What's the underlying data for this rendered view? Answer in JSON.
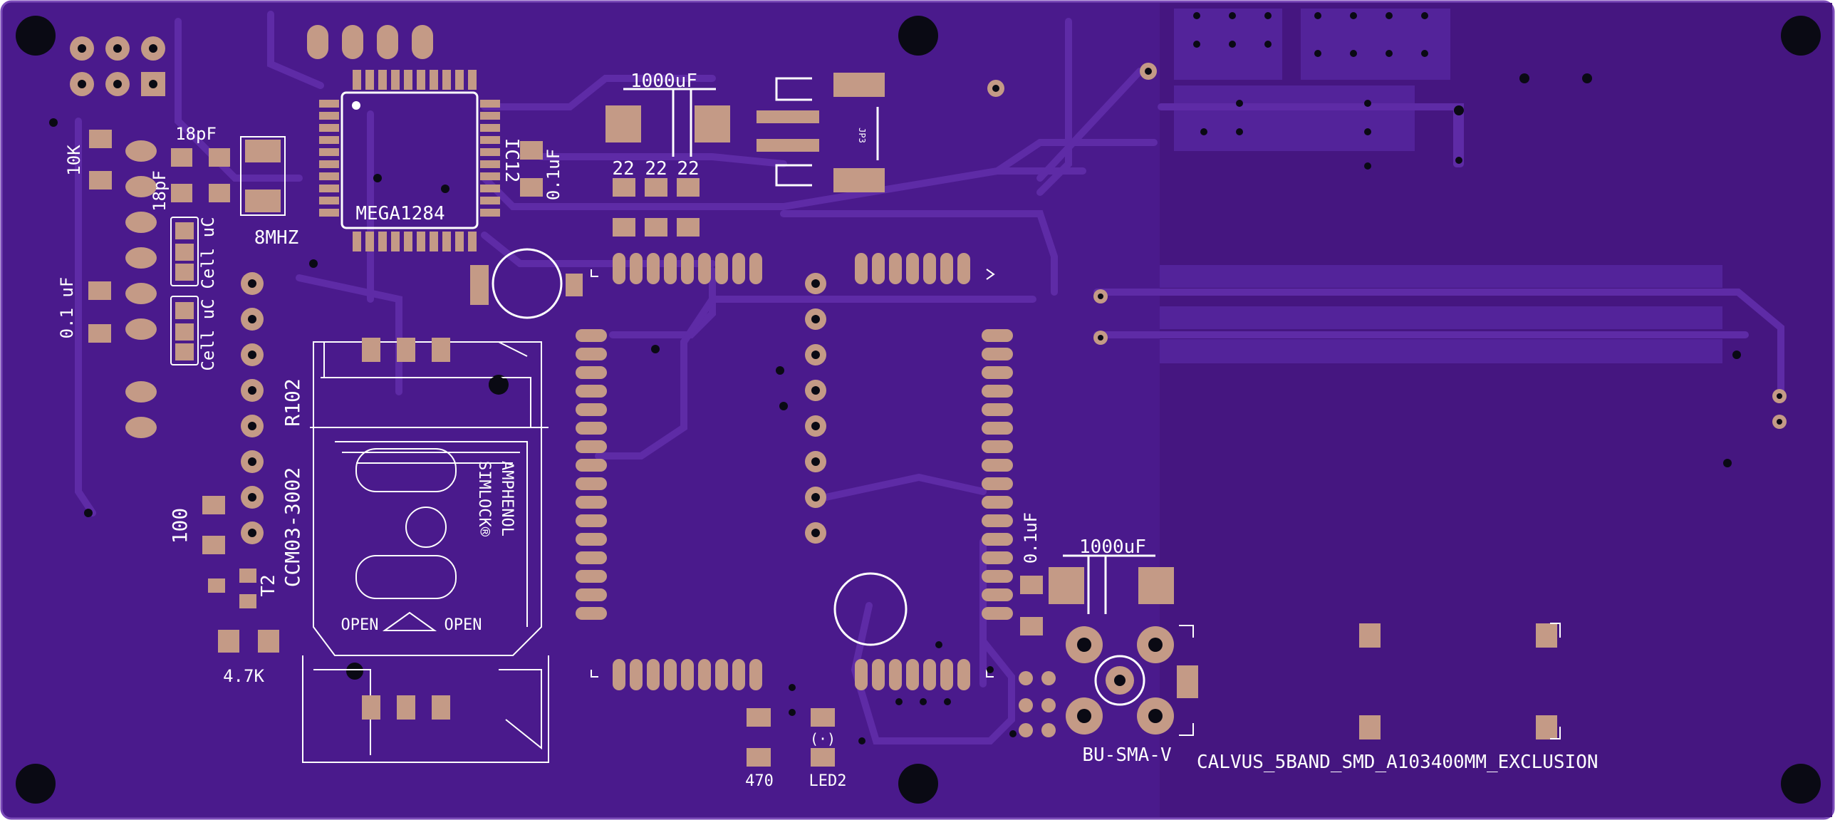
{
  "colors": {
    "board": "#4a1a8c",
    "copper_pour": "#3e1478",
    "trace": "#5a2a9e",
    "pad": "#c49a86",
    "pad_dark": "#b08470",
    "silk": "#ffffff",
    "hole": "#0a0a14"
  },
  "labels": {
    "r10k": "10K",
    "c18pf_top": "18pF",
    "c18pf_left": "18pF",
    "mcu": "MEGA1284",
    "ic12": "IC12",
    "crystal": "8MHZ",
    "c01uf_left": "0.1 uF",
    "c01uf_mcu": "0.1uF",
    "cell_uc_1": "Cell uC",
    "cell_uc_2": "Cell uC",
    "cap_1000_top": "1000uF",
    "r22_a": "22",
    "r22_b": "22",
    "r22_c": "22",
    "jp3": "JP3",
    "r102": "R102",
    "ccm": "CCM03-3002",
    "amphenol": "AMPHENOL",
    "simlock": "SIMLOCK®",
    "open_left": "OPEN",
    "open_right": "OPEN",
    "r100": "100",
    "t2": "T2",
    "r47k": "4.7K",
    "r470": "470",
    "led2": "LED2",
    "c01uf_right": "0.1uF",
    "cap_1000_bottom": "1000uF",
    "sma": "BU-SMA-V",
    "calvus": "CALVUS_5BAND_SMD_A103400MM_EXCLUSION"
  }
}
